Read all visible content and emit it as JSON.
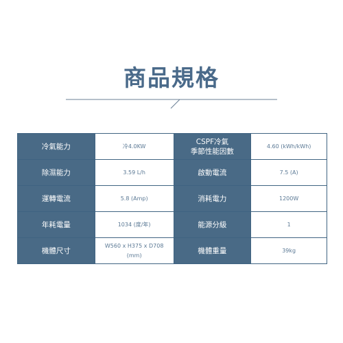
{
  "title": "商品規格",
  "specs": {
    "rows": [
      [
        {
          "label": "冷氣能力",
          "value": "冷4.0KW"
        },
        {
          "label": "CSPF冷氣\n季節性能因數",
          "value": "4.60 (kWh/kWh)"
        }
      ],
      [
        {
          "label": "除濕能力",
          "value": "3.59 L/h"
        },
        {
          "label": "啟動電流",
          "value": "7.5 (A)"
        }
      ],
      [
        {
          "label": "運轉電流",
          "value": "5.8 (Amp)"
        },
        {
          "label": "消耗電力",
          "value": "1200W"
        }
      ],
      [
        {
          "label": "年耗電量",
          "value": "1034 (度/年)"
        },
        {
          "label": "能源分級",
          "value": "1"
        }
      ],
      [
        {
          "label": "機體尺寸",
          "value": "W560 x H375 x D708 (mm)"
        },
        {
          "label": "機體重量",
          "value": "39kg"
        }
      ]
    ]
  },
  "colors": {
    "title": "#4a6a8a",
    "label_bg": "#496a86",
    "border": "#3f6381",
    "divider": "#6b8096"
  }
}
